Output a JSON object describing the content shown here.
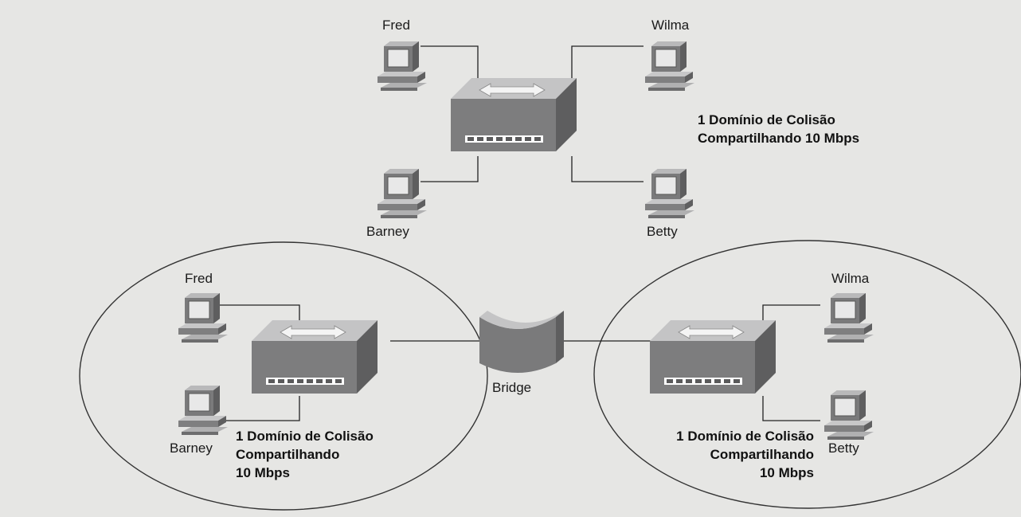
{
  "top_network": {
    "hosts": {
      "fred": "Fred",
      "wilma": "Wilma",
      "barney": "Barney",
      "betty": "Betty"
    },
    "domain_label": {
      "line1": "1 Domínio de Colisão",
      "line2": "Compartilhando 10 Mbps"
    }
  },
  "bottom_network": {
    "left_segment": {
      "hosts": {
        "fred": "Fred",
        "barney": "Barney"
      },
      "domain_label": {
        "line1": "1 Domínio de Colisão",
        "line2": "Compartilhando",
        "line3": "10 Mbps"
      }
    },
    "bridge_label": "Bridge",
    "right_segment": {
      "hosts": {
        "wilma": "Wilma",
        "betty": "Betty"
      },
      "domain_label": {
        "line1": "1 Domínio de Colisão",
        "line2": "Compartilhando",
        "line3": "10 Mbps"
      }
    }
  },
  "colors": {
    "device_dark": "#6f6f70",
    "device_mid": "#9a9a9b",
    "device_light": "#c6c6c7",
    "line": "#222222"
  }
}
